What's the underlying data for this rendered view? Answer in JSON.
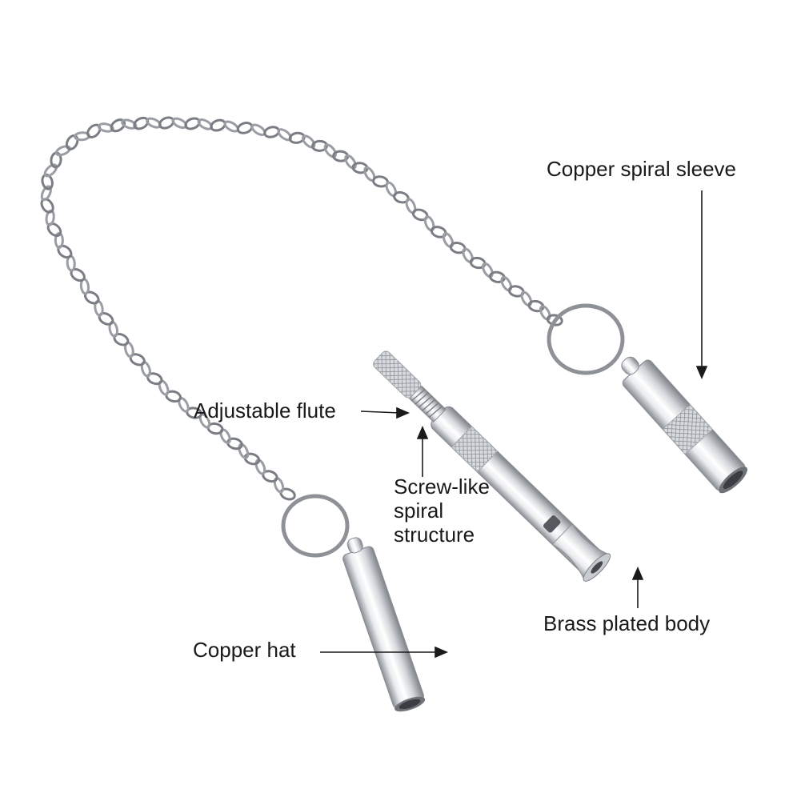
{
  "labels": {
    "copper_spiral_sleeve": "Copper spiral sleeve",
    "adjustable_flute": "Adjustable flute",
    "screw_like_spiral_structure": [
      "Screw-like",
      "spiral",
      "structure"
    ],
    "brass_plated_body": "Brass plated body",
    "copper_hat": "Copper hat"
  },
  "colors": {
    "background": "#ffffff",
    "text": "#1a1a1a",
    "metal_light": "#f4f5f6",
    "metal_mid": "#c9ccd0",
    "metal_dark": "#7c8086"
  }
}
